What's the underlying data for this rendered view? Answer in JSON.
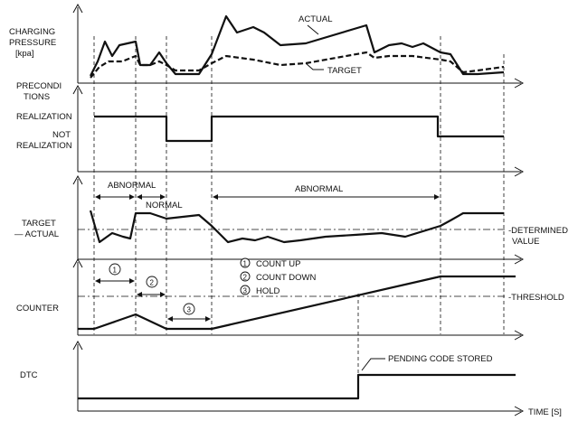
{
  "panel1": {
    "ylabel": [
      "CHARGING",
      "PRESSURE",
      "[kpa]"
    ],
    "actual_label": "ACTUAL",
    "target_label": "TARGET"
  },
  "panel2": {
    "ylabel": [
      "PRECONDI",
      "TIONS"
    ],
    "realization": "REALIZATION",
    "not_realization": [
      "NOT",
      "REALIZATION"
    ]
  },
  "panel3": {
    "ylabel": [
      "TARGET",
      "— ACTUAL"
    ],
    "abnormal_1": "ABNORMAL",
    "normal": "NORMAL",
    "abnormal_2": "ABNORMAL",
    "determined_value": [
      "-DETERMINED",
      "VALUE"
    ]
  },
  "panel4": {
    "ylabel": "COUNTER",
    "legend": [
      {
        "num": "1",
        "text": "COUNT UP"
      },
      {
        "num": "2",
        "text": "COUNT DOWN"
      },
      {
        "num": "3",
        "text": "HOLD"
      }
    ],
    "threshold": "-THRESHOLD"
  },
  "panel5": {
    "ylabel": "DTC",
    "pending": "PENDING CODE STORED"
  },
  "x_axis_label": "TIME [S]"
}
